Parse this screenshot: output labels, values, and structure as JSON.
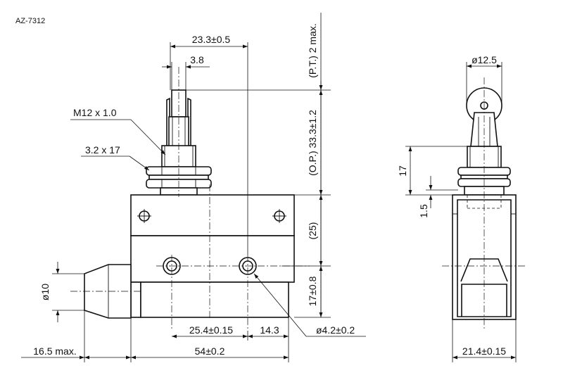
{
  "model_code": "AZ-7312",
  "front_view": {
    "dim_total_width": "23.3±0.5",
    "dim_plunger_width": "3.8",
    "thread_label": "M12 x 1.0",
    "nut_label": "3.2 x 17",
    "dim_pretravel": "(P.T.) 2 max.",
    "dim_operating_position": "(O.P.) 33.3±1.2",
    "dim_body_height": "(25)",
    "dim_mount_height": "17±0.8",
    "dim_hole_pitch": "25.4±0.15",
    "dim_hole_offset": "14.3",
    "dim_hole_diameter": "ø4.2±0.2",
    "dim_conduit_diameter": "ø10",
    "dim_conduit_length": "16.5 max.",
    "dim_body_length": "54±0.2"
  },
  "side_view": {
    "dim_roller_diameter": "ø12.5",
    "dim_bushing_height": "17",
    "dim_gap": "1.5",
    "dim_width": "21.4±0.15"
  }
}
